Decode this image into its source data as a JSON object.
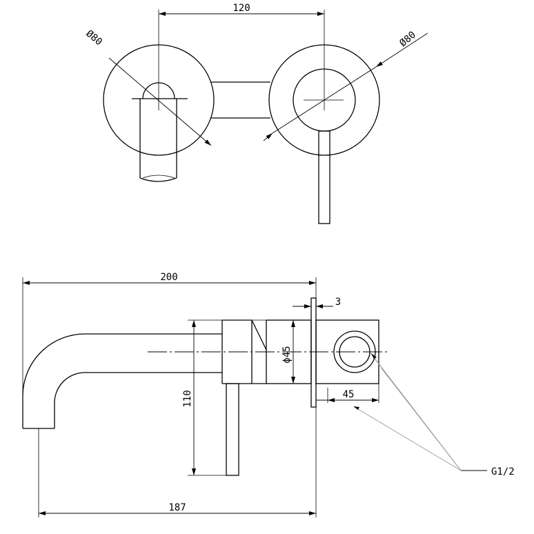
{
  "top_view": {
    "dim_spacing": "120",
    "dim_left_diameter": "Ø80",
    "dim_right_diameter": "Ø80"
  },
  "side_view": {
    "dim_total_length": "200",
    "dim_plate_thickness": "3",
    "dim_body_diameter": "ϕ45",
    "dim_depth": "45",
    "dim_height": "110",
    "dim_spout_reach": "187",
    "thread_label": "G1/2"
  }
}
